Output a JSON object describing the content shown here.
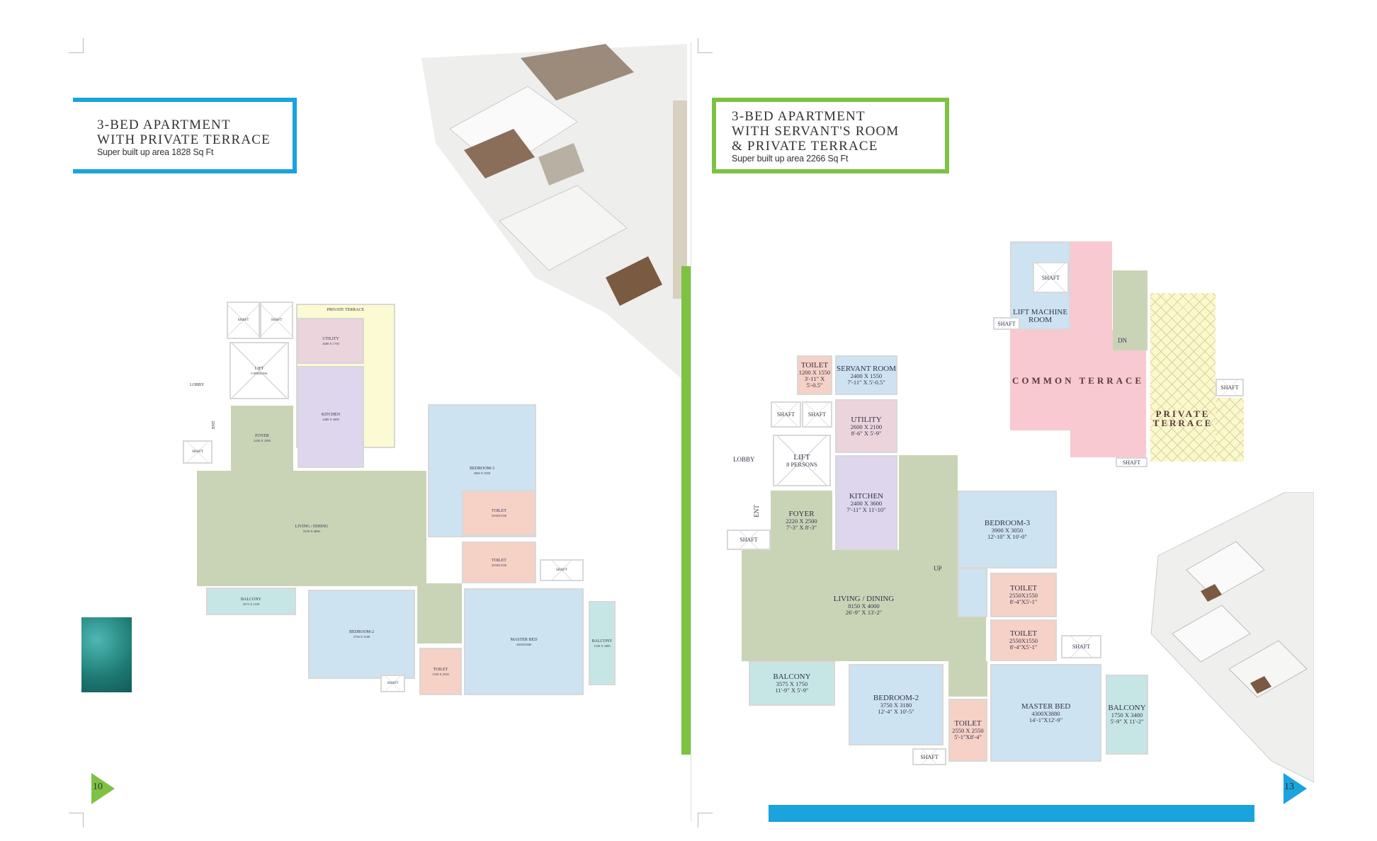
{
  "left_page": {
    "title_lines": [
      "3-BED APARTMENT",
      "WITH PRIVATE TERRACE"
    ],
    "subtitle": "Super built up area 1828 Sq Ft",
    "page_number": "10",
    "accent_color": "#1aa3dc",
    "plan": {
      "labels": {
        "lobby": "LOBBY",
        "ent": "ENT"
      },
      "rooms": [
        {
          "name": "SHAFT",
          "dims": "",
          "type": "shaft"
        },
        {
          "name": "SHAFT",
          "dims": "",
          "type": "shaft"
        },
        {
          "name": "LIFT",
          "dims": "8 PERSONS",
          "type": "shaft"
        },
        {
          "name": "PRIVATE TERRACE",
          "dims": "",
          "type": "terrace"
        },
        {
          "name": "UTILITY",
          "dims": "2600 X 1750",
          "type": "utility"
        },
        {
          "name": "KITCHEN",
          "dims": "2400 X 3600",
          "type": "kitchen"
        },
        {
          "name": "FOYER",
          "dims": "2250 X 2500",
          "type": "living"
        },
        {
          "name": "LIVING / DINING",
          "dims": "8150 X 4000",
          "type": "living"
        },
        {
          "name": "",
          "dims": "",
          "type": "living"
        },
        {
          "name": "BEDROOM-3",
          "dims": "3900 X 3050",
          "type": "bedroom"
        },
        {
          "name": "TOILET",
          "dims": "2550X1550",
          "type": "toilet"
        },
        {
          "name": "TOILET",
          "dims": "2550X1550",
          "type": "toilet"
        },
        {
          "name": "SHAFT",
          "dims": "",
          "type": "shaft"
        },
        {
          "name": "BALCONY",
          "dims": "3575 X 1100",
          "type": "balcony"
        },
        {
          "name": "BEDROOM-2",
          "dims": "3750 X 3180",
          "type": "bedroom"
        },
        {
          "name": "TOILET",
          "dims": "1550 X 2550",
          "type": "toilet"
        },
        {
          "name": "MASTER BED",
          "dims": "4300X3880",
          "type": "bedroom"
        },
        {
          "name": "BALCONY",
          "dims": "1100 X 3400",
          "type": "balcony"
        },
        {
          "name": "SHAFT",
          "dims": "",
          "type": "shaft"
        },
        {
          "name": "SHAFT",
          "dims": "",
          "type": "shaft"
        }
      ]
    }
  },
  "right_page": {
    "title_lines": [
      "3-BED APARTMENT",
      "WITH SERVANT'S ROOM",
      "& PRIVATE TERRACE"
    ],
    "subtitle": "Super built up area 2266 Sq Ft",
    "page_number": "13",
    "accent_color": "#7dc242",
    "bar_color": "#1aa3dc",
    "plan": {
      "labels": {
        "lobby": "LOBBY",
        "ent": "ENT",
        "up": "UP"
      },
      "rooms": [
        {
          "name": "TOILET",
          "dims": "1200 X 1550",
          "dims2": "3'-11\" X 5'-0.5\"",
          "type": "toilet"
        },
        {
          "name": "SERVANT ROOM",
          "dims": "2400 X 1550",
          "dims2": "7'-11\" X 5'-0.5\"",
          "type": "bedroom"
        },
        {
          "name": "SHAFT",
          "dims": "",
          "dims2": "",
          "type": "shaft"
        },
        {
          "name": "SHAFT",
          "dims": "",
          "dims2": "",
          "type": "shaft"
        },
        {
          "name": "UTILITY",
          "dims": "2600 X 2100",
          "dims2": "8'-6\" X 5'-9\"",
          "type": "utility"
        },
        {
          "name": "LIFT",
          "dims": "8 PERSONS",
          "dims2": "",
          "type": "shaft"
        },
        {
          "name": "KITCHEN",
          "dims": "2400 X 3600",
          "dims2": "7'-11\" X 11'-10\"",
          "type": "kitchen"
        },
        {
          "name": "",
          "dims": "",
          "dims2": "",
          "type": "living"
        },
        {
          "name": "FOYER",
          "dims": "2220 X 2500",
          "dims2": "7'-3\" X 8'-3\"",
          "type": "living"
        },
        {
          "name": "LIVING / DINING",
          "dims": "8150 X 4000",
          "dims2": "26'-9\" X 13'-2\"",
          "type": "living"
        },
        {
          "name": "SHAFT",
          "dims": "",
          "dims2": "",
          "type": "shaft"
        },
        {
          "name": "BEDROOM-3",
          "dims": "3900 X 3050",
          "dims2": "12'-10\" X 10'-0\"",
          "type": "bedroom"
        },
        {
          "name": "",
          "dims": "",
          "dims2": "",
          "type": "bedroom"
        },
        {
          "name": "TOILET",
          "dims": "2550X1550",
          "dims2": "8'-4\"X5'-1\"",
          "type": "toilet"
        },
        {
          "name": "TOILET",
          "dims": "2550X1550",
          "dims2": "8'-4\"X5'-1\"",
          "type": "toilet"
        },
        {
          "name": "SHAFT",
          "dims": "",
          "dims2": "",
          "type": "shaft"
        },
        {
          "name": "",
          "dims": "",
          "dims2": "",
          "type": "living"
        },
        {
          "name": "BALCONY",
          "dims": "3575 X 1750",
          "dims2": "11'-9\" X 5'-9\"",
          "type": "balcony"
        },
        {
          "name": "BEDROOM-2",
          "dims": "3750 X 3180",
          "dims2": "12'-4\" X 10'-5\"",
          "type": "bedroom"
        },
        {
          "name": "TOILET",
          "dims": "2550 X 2550",
          "dims2": "5'-1\"X8'-4\"",
          "type": "toilet"
        },
        {
          "name": "MASTER BED",
          "dims": "4300X3880",
          "dims2": "14'-1\"X12'-9\"",
          "type": "bedroom"
        },
        {
          "name": "BALCONY",
          "dims": "1750 X 3400",
          "dims2": "5'-9\" X 11'-2\"",
          "type": "balcony"
        },
        {
          "name": "SHAFT",
          "dims": "",
          "dims2": "",
          "type": "shaft"
        }
      ]
    },
    "terrace_plan": {
      "labels": {
        "dn": "DN"
      },
      "rooms": [
        {
          "name": "LIFT MACHINE ROOM",
          "type": "bedroom"
        },
        {
          "name": "SHAFT",
          "type": "shaft"
        },
        {
          "name": "SHAFT",
          "type": "shaft"
        },
        {
          "name": "",
          "type": "common"
        },
        {
          "name": "COMMON TERRACE",
          "type": "common"
        },
        {
          "name": "",
          "type": "common"
        },
        {
          "name": "",
          "type": "living"
        },
        {
          "name": "PRIVATE TERRACE",
          "type": "hatch"
        },
        {
          "name": "",
          "type": "hatch"
        },
        {
          "name": "SHAFT",
          "type": "shaft"
        },
        {
          "name": "SHAFT",
          "type": "shaft"
        }
      ]
    }
  },
  "room_colors": {
    "living": "#c9d4b6",
    "bedroom": "#cde3f1",
    "toilet": "#f6d1c6",
    "kitchen": "#ddd6ec",
    "utility": "#ecd4dc",
    "terrace": "#fcfad2",
    "balcony": "#c6e6e5",
    "common": "#f8c9d0"
  }
}
